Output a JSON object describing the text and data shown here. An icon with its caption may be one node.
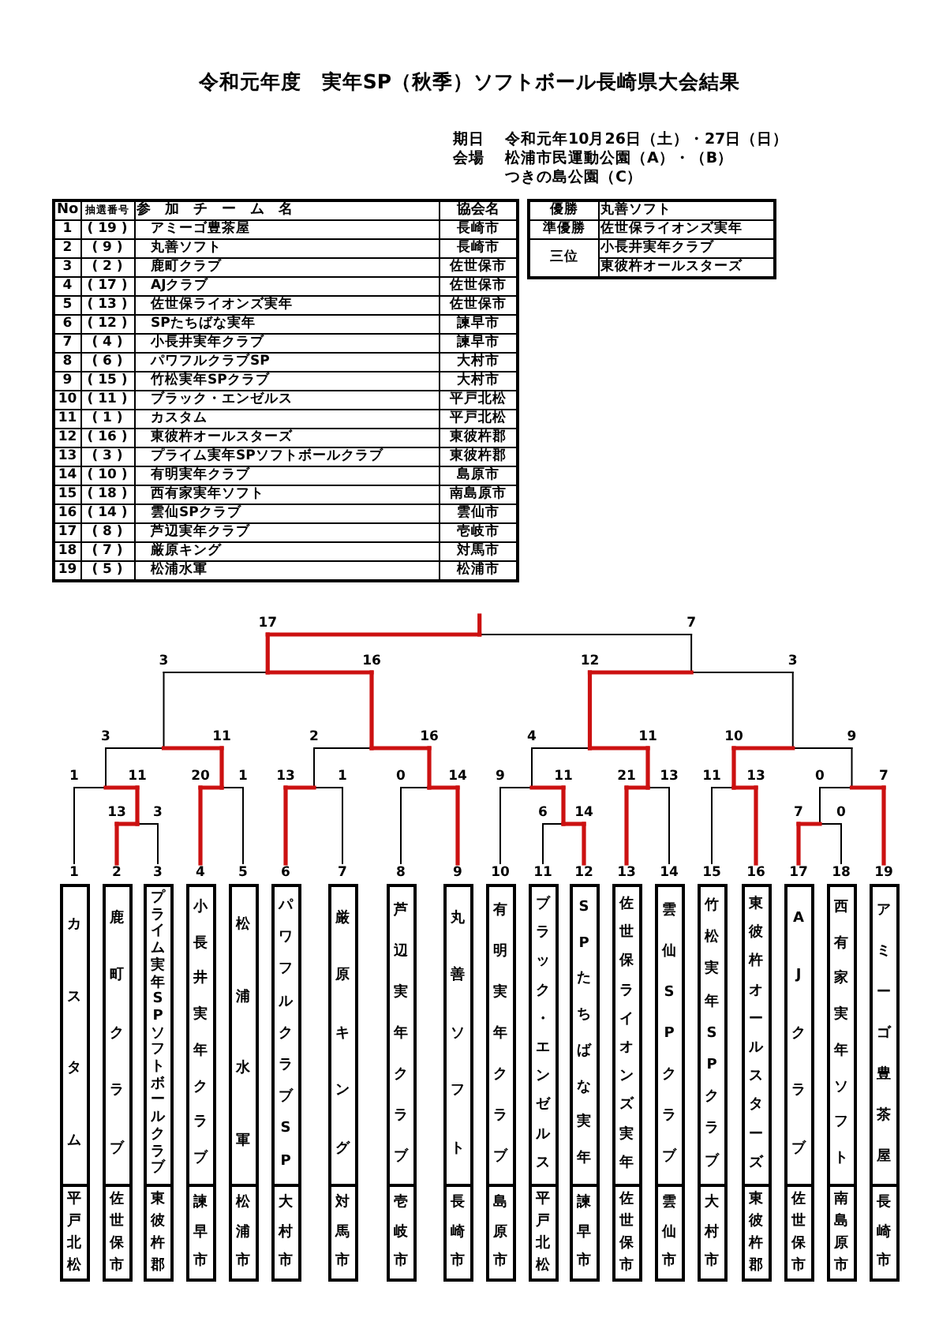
{
  "diagram": {
    "title": "令和元年度　実年SP（秋季）ソフトボール長崎県大会結果",
    "nodes": [
      {
        "text": [
          "カスタム",
          "平戸北松"
        ],
        "beside": [
          "1"
        ]
      },
      {
        "text": [
          "鹿町クラブ",
          "佐世保市"
        ],
        "beside": [
          "2"
        ]
      },
      {
        "text": [
          "プライム実年SPソフトボールクラブ",
          "東彼杵郡"
        ],
        "beside": [
          "3"
        ]
      },
      {
        "text": [
          "小長井実年クラブ",
          "諫早市"
        ],
        "beside": [
          "4"
        ]
      },
      {
        "text": [
          "松浦水軍",
          "松浦市"
        ],
        "beside": [
          "5"
        ]
      },
      {
        "text": [
          "パワフルクラブSP",
          "大村市"
        ],
        "beside": [
          "6"
        ]
      },
      {
        "text": [
          "厳原キング",
          "対馬市"
        ],
        "beside": [
          "7"
        ]
      },
      {
        "text": [
          "芦辺実年クラブ",
          "壱岐市"
        ],
        "beside": [
          "8"
        ]
      },
      {
        "text": [
          "丸善ソフト",
          "長崎市"
        ],
        "beside": [
          "9"
        ]
      },
      {
        "text": [
          "有明実年クラブ",
          "島原市"
        ],
        "beside": [
          "10"
        ]
      },
      {
        "text": [
          "ブラック・エンゼルス",
          "平戸北松"
        ],
        "beside": [
          "11"
        ]
      },
      {
        "text": [
          "SPたちばな実年",
          "諫早市"
        ],
        "beside": [
          "12"
        ]
      },
      {
        "text": [
          "佐世保ライオンズ実年",
          "佐世保市"
        ],
        "beside": [
          "13"
        ]
      },
      {
        "text": [
          "雲仙SPクラブ",
          "雲仙市"
        ],
        "beside": [
          "14"
        ]
      },
      {
        "text": [
          "竹松実年SPクラブ",
          "大村市"
        ],
        "beside": [
          "15"
        ]
      },
      {
        "text": [
          "東彼杵オールスターズ",
          "東彼杵郡"
        ],
        "beside": [
          "16"
        ]
      },
      {
        "text": [
          "AJクラブ",
          "佐世保市"
        ],
        "beside": [
          "17"
        ]
      },
      {
        "text": [
          "西有家実年ソフト",
          "南島原市"
        ],
        "beside": [
          "18"
        ]
      },
      {
        "text": [
          "アミーゴ豊茶屋",
          "長崎市"
        ],
        "beside": [
          "19"
        ]
      }
    ],
    "labels": [
      "期日",
      "令和元年10月26日（土）・27日（日）",
      "会場",
      "松浦市民運動公園（A）・（B）",
      "つきの島公園（C）",
      "No",
      "抽選番号",
      "参　加　チ　ー　ム　名",
      "協会名",
      "1",
      "( 19 )",
      "アミーゴ豊茶屋",
      "長崎市",
      "2",
      "( 9 )",
      "丸善ソフト",
      "長崎市",
      "3",
      "( 2 )",
      "鹿町クラブ",
      "佐世保市",
      "4",
      "( 17 )",
      "AJクラブ",
      "佐世保市",
      "5",
      "( 13 )",
      "佐世保ライオンズ実年",
      "佐世保市",
      "6",
      "( 12 )",
      "SPたちばな実年",
      "諫早市",
      "7",
      "( 4 )",
      "小長井実年クラブ",
      "諫早市",
      "8",
      "( 6 )",
      "パワフルクラブSP",
      "大村市",
      "9",
      "( 15 )",
      "竹松実年SPクラブ",
      "大村市",
      "10",
      "( 11 )",
      "ブラック・エンゼルス",
      "平戸北松",
      "11",
      "( 1 )",
      "カスタム",
      "平戸北松",
      "12",
      "( 16 )",
      "東彼杵オールスターズ",
      "東彼杵郡",
      "13",
      "( 3 )",
      "プライム実年SPソフトボールクラブ",
      "東彼杵郡",
      "14",
      "( 10 )",
      "有明実年クラブ",
      "島原市",
      "15",
      "( 18 )",
      "西有家実年ソフト",
      "南島原市",
      "16",
      "( 14 )",
      "雲仙SPクラブ",
      "雲仙市",
      "17",
      "( 8 )",
      "芦辺実年クラブ",
      "壱岐市",
      "18",
      "( 7 )",
      "厳原キング",
      "対馬市",
      "19",
      "( 5 )",
      "松浦水軍",
      "松浦市",
      "優勝",
      "丸善ソフト",
      "準優勝",
      "佐世保ライオンズ実年",
      "三位",
      "小長井実年クラブ",
      "東彼杵オールスターズ",
      "17",
      "7",
      "3",
      "16",
      "12",
      "3",
      "3",
      "11",
      "2",
      "16",
      "4",
      "11",
      "10",
      "9",
      "1",
      "11",
      "20",
      "1",
      "13",
      "1",
      "0",
      "14",
      "9",
      "11",
      "21",
      "13",
      "11",
      "13",
      "0",
      "7",
      "13",
      "3",
      "6",
      "14",
      "7",
      "0"
    ]
  }
}
